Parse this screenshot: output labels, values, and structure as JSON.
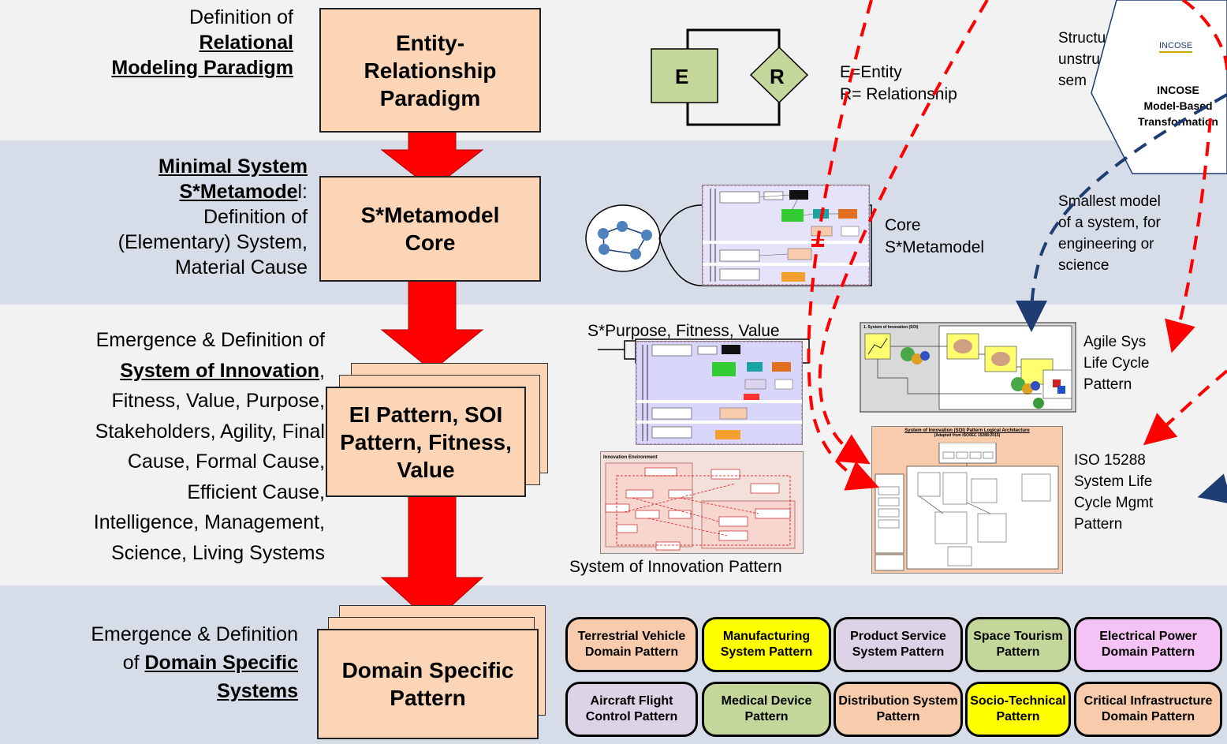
{
  "left_labels": {
    "relational": {
      "line1": "Definition of",
      "line2": "Relational",
      "line3": "Modeling Paradigm"
    },
    "minimal": {
      "line1": "Minimal System",
      "line2_u": "S*Metamode",
      "line2_rest": "l:",
      "line3": "Definition of",
      "line4": "(Elementary) System,",
      "line5": "Material Cause"
    },
    "innovation": {
      "line1": "Emergence & Definition of",
      "line2_u": "System of Innovation",
      "line2_rest": ",",
      "line3": "Fitness, Value, Purpose,",
      "line4": "Stakeholders, Agility, Final",
      "line5": "Cause, Formal Cause,",
      "line6": "Efficient Cause,",
      "line7": "Intelligence, Management,",
      "line8": "Science, Living Systems"
    },
    "domain": {
      "line1": "Emergence & Definition",
      "line2_pre": "of ",
      "line2_u": "Domain Specific",
      "line3": "Systems"
    }
  },
  "boxes": {
    "er": "Entity-Relationship Paradigm",
    "core": "S*Metamodel Core",
    "ei": "EI Pattern, SOI Pattern, Fitness, Value",
    "domain": "Domain Specific Pattern"
  },
  "er_diagram": {
    "e": "E",
    "r": "R",
    "legend1": "E=Entity",
    "legend2": "R= Relationship"
  },
  "core_label": {
    "line1": "Core",
    "line2": "S*Metamodel"
  },
  "purpose_label": "S*Purpose, Fitness, Value",
  "soi_caption": "System of Innovation Pattern",
  "right_text": {
    "structured": {
      "line1": "Structu",
      "line2": "unstru",
      "line3": "sem"
    },
    "smallest": {
      "line1": "Smallest model",
      "line2": "of a system, for",
      "line3": "engineering or",
      "line4": "science"
    },
    "agile": {
      "line1": "Agile Sys",
      "line2": "Life Cycle",
      "line3": "Pattern"
    },
    "iso": {
      "line1": "ISO 15288",
      "line2": "System Life",
      "line3": "Cycle Mgmt",
      "line4": "Pattern"
    }
  },
  "incose": {
    "logo": "INCOSE",
    "line1": "INCOSE",
    "line2": "Model-Based",
    "line3": "Transformation"
  },
  "thumbnails": {
    "soi_arch_title": "System of Innovation (SOI) Pattern Logical Architecture",
    "soi_arch_sub": "(Adapted from ISO/IEC 15288:2015)",
    "innovation_env": "Innovation Environment",
    "agile_title": "1. System of Innovation (SOI)"
  },
  "domain_patterns_row1": [
    {
      "label": "Terrestrial Vehicle Domain Pattern",
      "color": "#f8cbad"
    },
    {
      "label": "Manufacturing System Pattern",
      "color": "#ffff00"
    },
    {
      "label": "Product Service System Pattern",
      "color": "#dcd3e6"
    },
    {
      "label": "Space Tourism Pattern",
      "color": "#c4d79b"
    },
    {
      "label": "Electrical Power Domain Pattern",
      "color": "#f4c2f4"
    }
  ],
  "domain_patterns_row2": [
    {
      "label": "Aircraft Flight Control Pattern",
      "color": "#dcd3e6"
    },
    {
      "label": "Medical Device Pattern",
      "color": "#c4d79b"
    },
    {
      "label": "Distribution System Pattern",
      "color": "#f8cbad"
    },
    {
      "label": "Socio-Technical Pattern",
      "color": "#ffff00"
    },
    {
      "label": "Critical Infrastructure Domain Pattern",
      "color": "#f8cbad"
    }
  ],
  "colors": {
    "arrow_red": "#ff0000",
    "arrow_blue": "#1f3d73",
    "box_fill": "#fbd5b5"
  }
}
